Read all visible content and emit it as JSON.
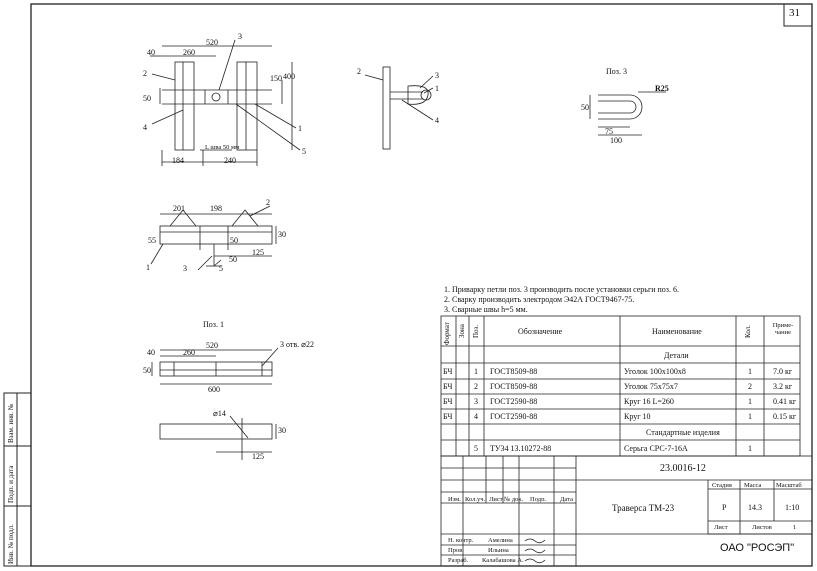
{
  "sheet_number": "31",
  "drawing": {
    "top_dims": [
      "520",
      "40",
      "260",
      "3",
      "2",
      "50",
      "400",
      "150",
      "1",
      "4",
      "5",
      "184",
      "240"
    ],
    "weld_length_label": "L шва 50 мм",
    "side_view_labels": [
      "2",
      "3",
      "1",
      "4"
    ],
    "pos3_title": "Поз. 3",
    "pos3_dims": [
      "R25",
      "50",
      "75",
      "100"
    ],
    "mid_dims": [
      "201",
      "198",
      "2",
      "55",
      "30",
      "50",
      "50",
      "125",
      "1",
      "3",
      "5"
    ],
    "pos1_title": "Поз. 1",
    "pos1_dims": [
      "520",
      "40",
      "260",
      "3 отв. ⌀22",
      "50",
      "600",
      "⌀14",
      "30",
      "125"
    ]
  },
  "notes": [
    "1. Приварку петли поз. 3 производить после установки серьги поз. 6.",
    "2. Сварку производить электродом Э42А ГОСТ9467-75.",
    "3. Сварные швы h=5 мм."
  ],
  "spec_table": {
    "headers": [
      "Формат",
      "Зона",
      "Поз.",
      "Обозначение",
      "Наименование",
      "Кол.",
      "Приме-чание"
    ],
    "section_details": "Детали",
    "rows": [
      {
        "fmt": "БЧ",
        "pos": "1",
        "code": "ГОСТ8509-88",
        "name": "Уголок 100x100x8",
        "qty": "1",
        "note": "7.0 кг"
      },
      {
        "fmt": "БЧ",
        "pos": "2",
        "code": "ГОСТ8509-88",
        "name": "Уголок 75x75x7",
        "qty": "2",
        "note": "3.2 кг"
      },
      {
        "fmt": "БЧ",
        "pos": "3",
        "code": "ГОСТ2590-88",
        "name": "Круг 16 L=260",
        "qty": "1",
        "note": "0.41 кг"
      },
      {
        "fmt": "БЧ",
        "pos": "4",
        "code": "ГОСТ2590-88",
        "name": "Круг 10",
        "qty": "1",
        "note": "0.15 кг"
      }
    ],
    "section_standard": "Стандартные изделия",
    "std_row": {
      "pos": "5",
      "code": "ТУ34 13.10272-88",
      "name": "Серьга СРС-7-16А",
      "qty": "1"
    }
  },
  "title_block": {
    "doc_code": "23.0016-12",
    "title": "Траверса ТМ-23",
    "col_headers": [
      "Изм.",
      "Кол.уч.",
      "Лист",
      "№ док.",
      "Подп.",
      "Дата"
    ],
    "stage_header": "Стадия",
    "mass_header": "Масса",
    "scale_header": "Масштаб",
    "stage": "Р",
    "mass": "14.3",
    "scale": "1:10",
    "sheet_label": "Лист",
    "sheets_label": "Листов",
    "sheets": "1",
    "roles": [
      {
        "role": "Н. контр.",
        "name": "Амелина"
      },
      {
        "role": "Пров.",
        "name": "Ильина"
      },
      {
        "role": "Разраб.",
        "name": "Калабашова А."
      }
    ],
    "org": "ОАО \"РОСЭП\""
  },
  "side_stamp": [
    "Инв. № подл.",
    "Подп. и дата",
    "Взам. инв. №"
  ]
}
